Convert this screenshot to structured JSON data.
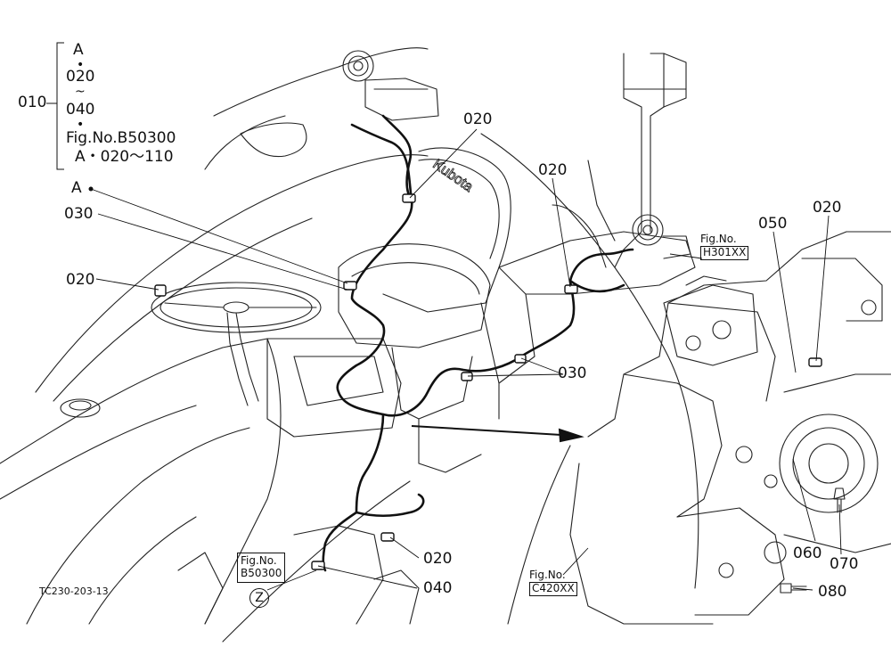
{
  "callouts": {
    "group_code": "010",
    "group_lines": [
      "A",
      "•",
      "020",
      "~",
      "040",
      "•",
      "Fig.No.B50300",
      "A・020～110"
    ],
    "A": "A",
    "c030_a": "030",
    "c020_left": "020",
    "c020_top": "020",
    "c020_mid": "020",
    "c020_right": "020",
    "c050": "050",
    "c030_b": "030",
    "c020_bottom": "020",
    "c040": "040",
    "c060": "060",
    "c070": "070",
    "c080": "080",
    "z": "Z"
  },
  "refs": {
    "h301": {
      "line1": "Fig.No.",
      "line2": "H301XX"
    },
    "b50300": {
      "line1": "Fig.No.",
      "line2": "B50300"
    },
    "c420": {
      "line1": "Fig.No.",
      "line2": "C420XX"
    }
  },
  "brand_text": "Kubota",
  "drawing_code": "TC230-203-13"
}
